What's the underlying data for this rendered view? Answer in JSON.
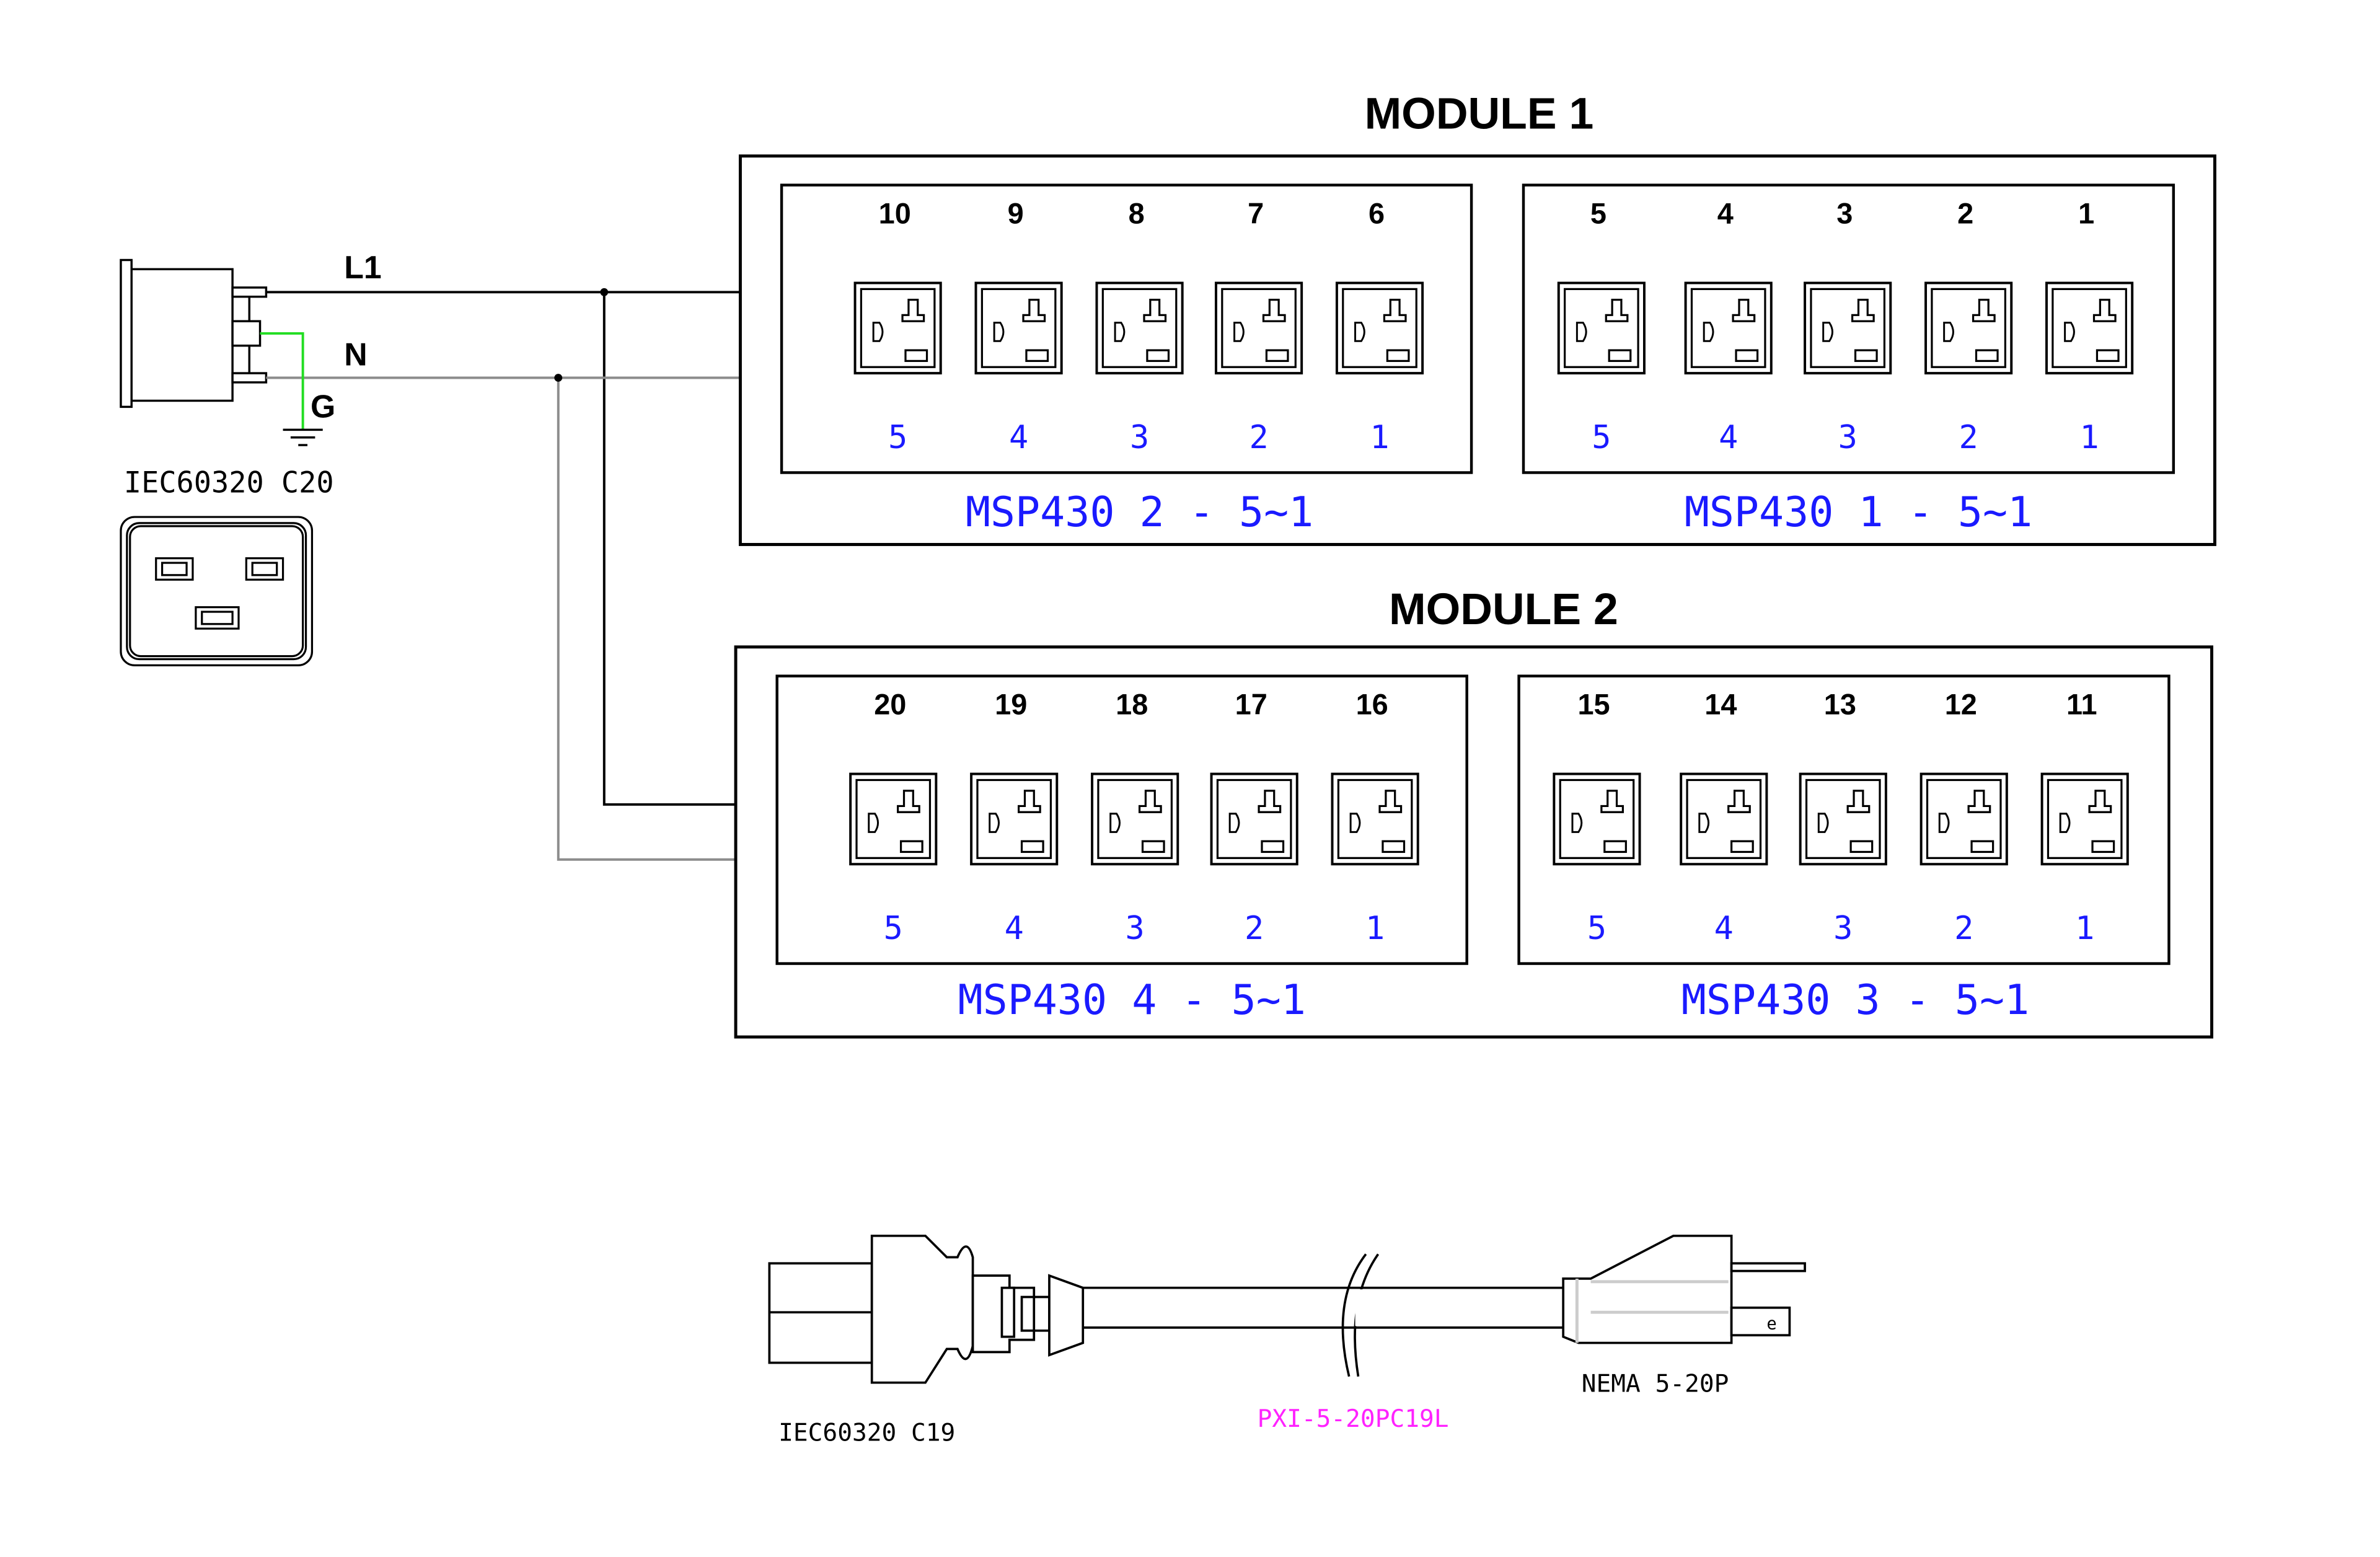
{
  "colors": {
    "line": "#000000",
    "neutral_wire": "#8c8c8c",
    "ground_wire": "#22dd22",
    "port_label": "#1a1aff",
    "cord_part_number": "#ff22ff"
  },
  "inlet": {
    "label": "IEC60320 C20",
    "wires": {
      "line": "L1",
      "neutral": "N",
      "ground": "G"
    }
  },
  "modules": [
    {
      "title": "MODULE 1",
      "banks": [
        {
          "label": "MSP430 2 - 5~1",
          "outlet_numbers": [
            "10",
            "9",
            "8",
            "7",
            "6"
          ],
          "port_numbers": [
            "5",
            "4",
            "3",
            "2",
            "1"
          ]
        },
        {
          "label": "MSP430 1 - 5~1",
          "outlet_numbers": [
            "5",
            "4",
            "3",
            "2",
            "1"
          ],
          "port_numbers": [
            "5",
            "4",
            "3",
            "2",
            "1"
          ]
        }
      ]
    },
    {
      "title": "MODULE 2",
      "banks": [
        {
          "label": "MSP430 4 - 5~1",
          "outlet_numbers": [
            "20",
            "19",
            "18",
            "17",
            "16"
          ],
          "port_numbers": [
            "5",
            "4",
            "3",
            "2",
            "1"
          ]
        },
        {
          "label": "MSP430 3 - 5~1",
          "outlet_numbers": [
            "15",
            "14",
            "13",
            "12",
            "11"
          ],
          "port_numbers": [
            "5",
            "4",
            "3",
            "2",
            "1"
          ]
        }
      ]
    }
  ],
  "cord": {
    "left_connector": "IEC60320 C19",
    "part_number": "PXI-5-20PC19L",
    "right_connector": "NEMA 5-20P"
  },
  "icons": {
    "inlet": "iec-c20-inlet-icon",
    "outlet": "nema-5-20r-outlet-icon",
    "ground": "ground-symbol-icon",
    "cord": "power-cord-icon"
  }
}
